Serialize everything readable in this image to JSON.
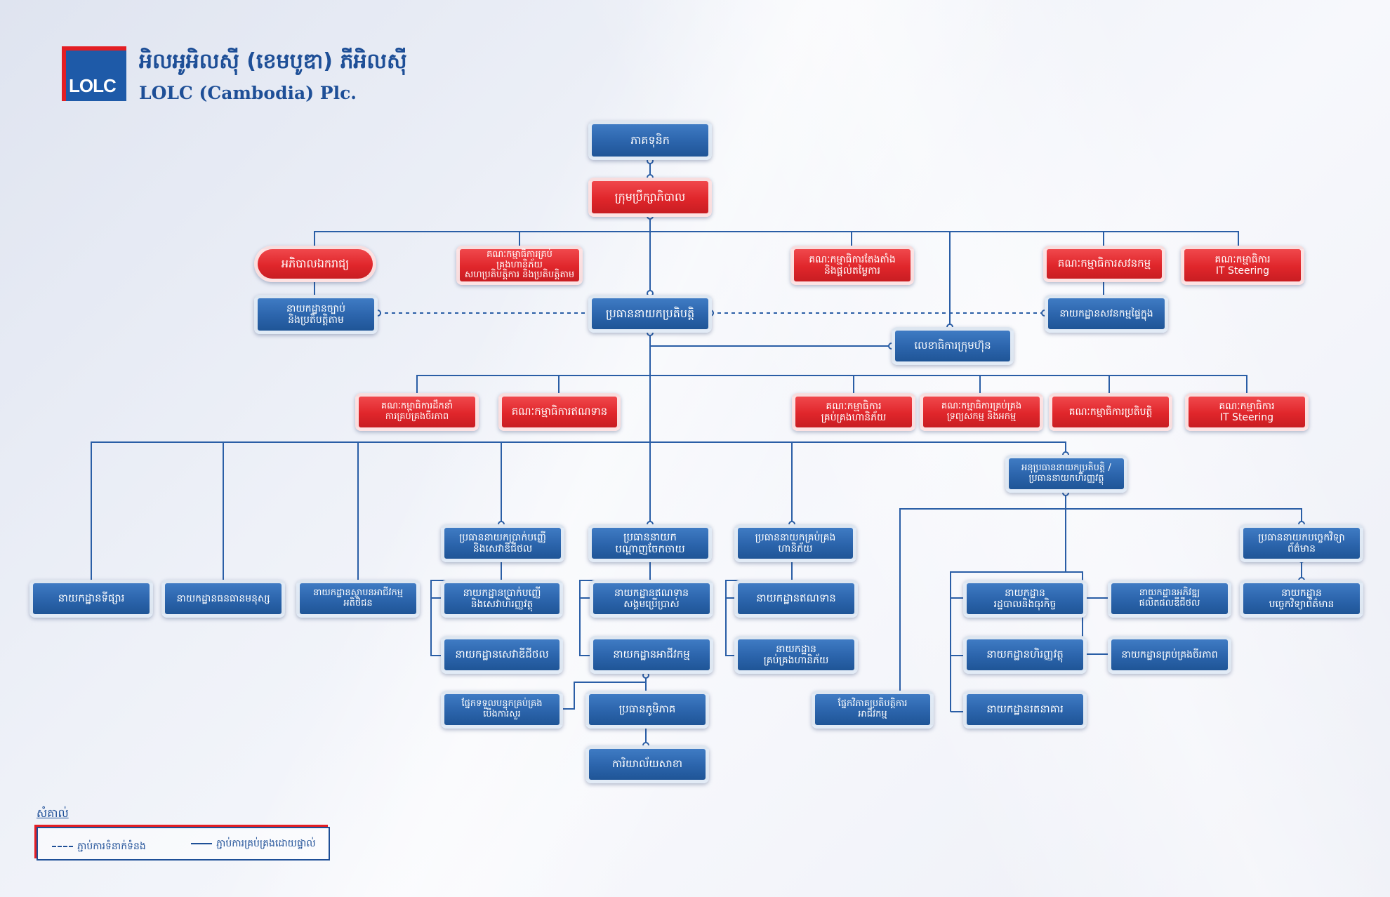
{
  "company": {
    "logo_text": "LOLC",
    "name_kh": "អិលអូអិលស៊ី (ខេមបូឌា) ភីអិលស៊ី",
    "name_en": "LOLC (Cambodia) Plc."
  },
  "colors": {
    "primary_blue": "#1e5aa8",
    "accent_red": "#e31e24",
    "line": "#2a5ea6"
  },
  "nodes": {
    "shareholders": "ភាគទុនិក",
    "board": "ក្រុមប្រឹក្សាភិបាល",
    "independent_auditor": "អភិបាលឯករាជ្យ",
    "board_risk_committee": "គណៈកម្មាធិការគ្រប់គ្រងហានិភ័យ\nសហប្រតិបត្តិការ និងប្រតិបត្តិតាម",
    "nomination_committee": "គណៈកម្មាធិការតែងតាំង\nនិងផ្តល់តម្លៃការ",
    "audit_committee": "គណៈកម្មាធិការសវនកម្ម",
    "board_it_committee": "គណៈកម្មាធិការ\nIT Steering",
    "legal_compliance_dept": "នាយកដ្ឋានច្បាប់\nនិងប្រតិបត្តិតាម",
    "ceo": "ប្រធាននាយកប្រតិបត្តិ",
    "internal_audit_dept": "នាយកដ្ឋានសវនកម្មផ្ទៃក្នុង",
    "company_secretary": "លេខាធិការក្រុមហ៊ុន",
    "governance_committee": "គណៈកម្មាធិការដឹកនាំ\nការគ្រប់គ្រងចីរភាព",
    "credit_committee": "គណៈកម្មាធិការឥណទាន",
    "risk_mgmt_committee": "គណៈកម្មាធិការ\nគ្រប់គ្រងហានិភ័យ",
    "alco_committee": "គណៈកម្មាធិការគ្រប់គ្រង\nទ្រព្យសកម្ម និងអកម្ម",
    "exec_committee": "គណៈកម្មាធិការប្រតិបត្តិ",
    "mgmt_it_committee": "គណៈកម្មាធិការ\nIT Steering",
    "deputy_ceo_cfo": "អនុប្រធាននាយកប្រតិបត្តិ /\nប្រធាននាយកហិរញ្ញវត្ថុ",
    "marketing_dept": "នាយកដ្ឋានទីផ្សារ",
    "hr_dept": "នាយកដ្ឋានធនធានមនុស្ស",
    "entrepreneurship_dept": "នាយកដ្ឋានស្ថាបនអាជីវកម្ម\nអតិថិជន",
    "head_deposits": "ប្រធាននាយកប្រាក់បញ្ញើ\nនិងសេវាឌីជីថល",
    "head_branch_network": "ប្រធាននាយក\nបណ្តាញចែកចាយ",
    "head_risk": "ប្រធាននាយកគ្រប់គ្រង\nហានិភ័យ",
    "deposits_dept": "នាយកដ្ឋានប្រាក់បញ្ញើ\nនិងសេវាហិរញ្ញវត្ថុ",
    "digital_services_dept": "នាយកដ្ឋានសេវាឌីជីថល",
    "customer_care_unit": "ផ្នែកទទួលបន្ទុកគ្រប់គ្រង\nបើងការសួរ",
    "credit_dept": "នាយកដ្ឋានឥណទាន\nសង្គមប្រើប្រាស់",
    "business_dept": "នាយកដ្ឋានអាជីវកម្ម",
    "regional_head": "ប្រធានភូមិភាគ",
    "branch_offices": "ការិយាល័យសាខា",
    "credit_dept_2": "នាយកដ្ឋានឥណទាន",
    "risk_mgmt_dept": "នាយកដ្ឋាន\nគ្រប់គ្រងហានិភ័យ",
    "business_analysis_unit": "ផ្នែកវិភាគប្រតិបត្តិការ\nអាជីវកម្ម",
    "admin_dept": "នាយកដ្ឋាន\nរដ្ឋបាលនិងធុរកិច្ច",
    "finance_dept": "នាយកដ្ឋានហិរញ្ញវត្ថុ",
    "treasury_dept": "នាយកដ្ឋានរតនាគារ",
    "product_dept": "នាយកដ្ឋានអភិវឌ្ឍ\nផលិតផលឌីជីថល",
    "sustainability_dept": "នាយកដ្ឋានគ្រប់គ្រងចីរភាព",
    "head_it": "ប្រធាននាយកបច្ចេកវិទ្យា\nព័ត៌មាន",
    "it_dept": "នាយកដ្ឋាន\nបច្ចេកវិទ្យាព័ត៌មាន"
  },
  "legend": {
    "title": "សំគាល់",
    "dashed": "ភ្ជាប់ការទំនាក់ទំនង",
    "solid": "ភ្ជាប់ការគ្រប់គ្រងដោយផ្ទាល់"
  }
}
